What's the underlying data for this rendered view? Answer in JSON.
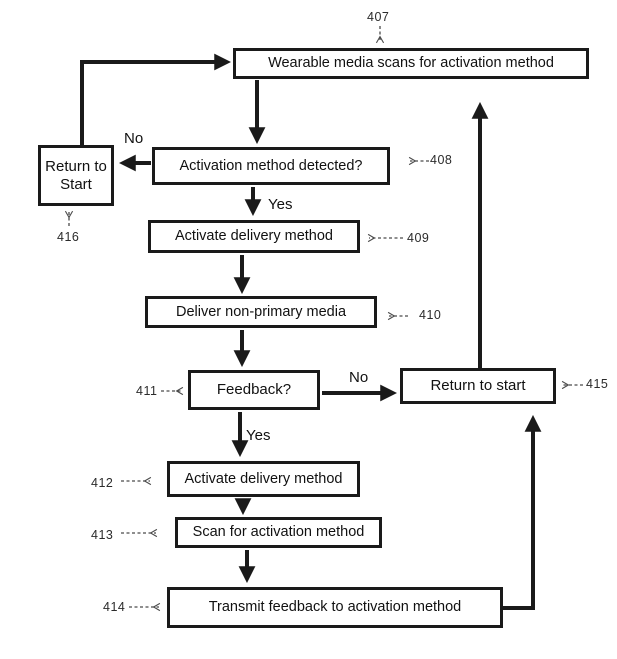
{
  "figure": {
    "background": "#ffffff",
    "line_color": "#1a1a1a",
    "ref_pointer_color": "#4a4a4a",
    "nodes": {
      "wearable_scan": {
        "ref": "407",
        "label": "Wearable media scans for activation method"
      },
      "detected": {
        "ref": "408",
        "label": "Activation method detected?"
      },
      "activate_delivery_1": {
        "ref": "409",
        "label": "Activate delivery method"
      },
      "deliver_media": {
        "ref": "410",
        "label": "Deliver non-primary media"
      },
      "feedback": {
        "ref": "411",
        "label": "Feedback?"
      },
      "activate_delivery_2": {
        "ref": "412",
        "label": "Activate delivery method"
      },
      "scan_activation": {
        "ref": "413",
        "label": "Scan for activation method"
      },
      "transmit_feedback": {
        "ref": "414",
        "label": "Transmit feedback to activation method"
      },
      "return_to_start_right": {
        "ref": "415",
        "label": "Return to start"
      },
      "return_to_start_left": {
        "ref": "416",
        "label": "Return to Start"
      }
    },
    "edge_labels": {
      "no_detected": "No",
      "yes_detected": "Yes",
      "no_feedback": "No",
      "yes_feedback": "Yes"
    }
  }
}
